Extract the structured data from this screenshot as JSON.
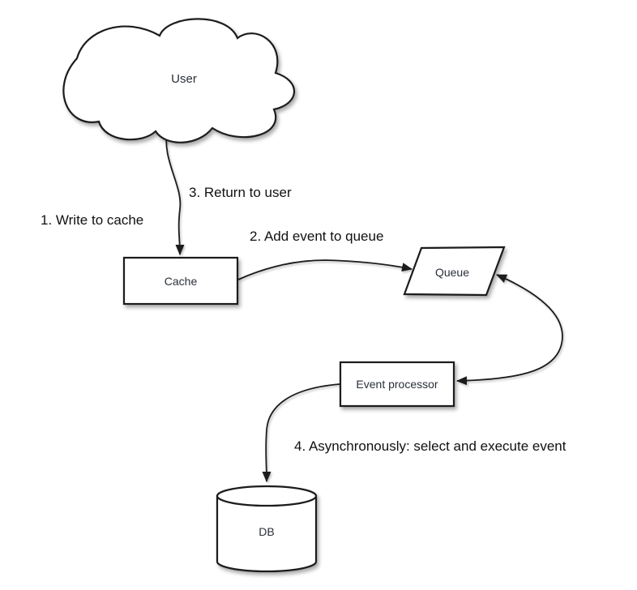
{
  "colors": {
    "background": "#ffffff",
    "stroke": "#1a1a1a",
    "node_fill": "#ffffff",
    "node_text": "#2a2f3a",
    "label_text": "#111111"
  },
  "nodes": {
    "user": {
      "label": "User",
      "shape": "cloud"
    },
    "cache": {
      "label": "Cache",
      "shape": "rectangle"
    },
    "queue": {
      "label": "Queue",
      "shape": "parallelogram"
    },
    "event_processor": {
      "label": "Event processor",
      "shape": "rectangle"
    },
    "db": {
      "label": "DB",
      "shape": "cylinder"
    }
  },
  "labels": {
    "step1": "1. Write to cache",
    "step2": "2. Add event to queue",
    "step3": "3. Return to user",
    "step4": "4. Asynchronously: select and execute event"
  }
}
